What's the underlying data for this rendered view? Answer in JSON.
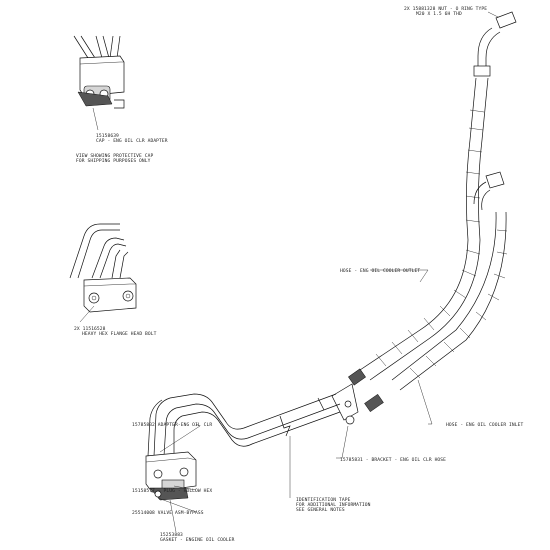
{
  "labels": {
    "nut_oring_1": "2X 15881328 NUT - O RING TYPE",
    "nut_oring_2": "M20 X 1.5 6H THD",
    "cap_pn": "15158639",
    "cap_desc": "CAP - ENG OIL CLR ADAPTER",
    "view_note_1": "VIEW SHOWING PROTECTIVE CAP",
    "view_note_2": "FOR SHIPPING PURPOSES ONLY",
    "bolt_1": "2X  11516528",
    "bolt_2": "HEAVY HEX FLANGE HEAD BOLT",
    "hose_outlet": "HOSE - ENG OIL COOLER OUTLET",
    "hose_inlet": "HOSE - ENG OIL COOLER INLET",
    "adapter": "15785832 ADAPTER-ENG OIL CLR",
    "plug": "15158577 - PLUG - HOLLOW HEX",
    "valve": "25514008 VALVE ASM-BYPASS",
    "gasket_pn": "15253883",
    "gasket_desc": "GASKET - ENGINE OIL COOLER",
    "ident_1": "IDENTIFICATION TAPE",
    "ident_2": "FOR ADDITIONAL INFORMATION",
    "ident_3": "SEE GENERAL NOTES",
    "bracket": "15785831 - BRACKET - ENG OIL CLR HOSE"
  }
}
